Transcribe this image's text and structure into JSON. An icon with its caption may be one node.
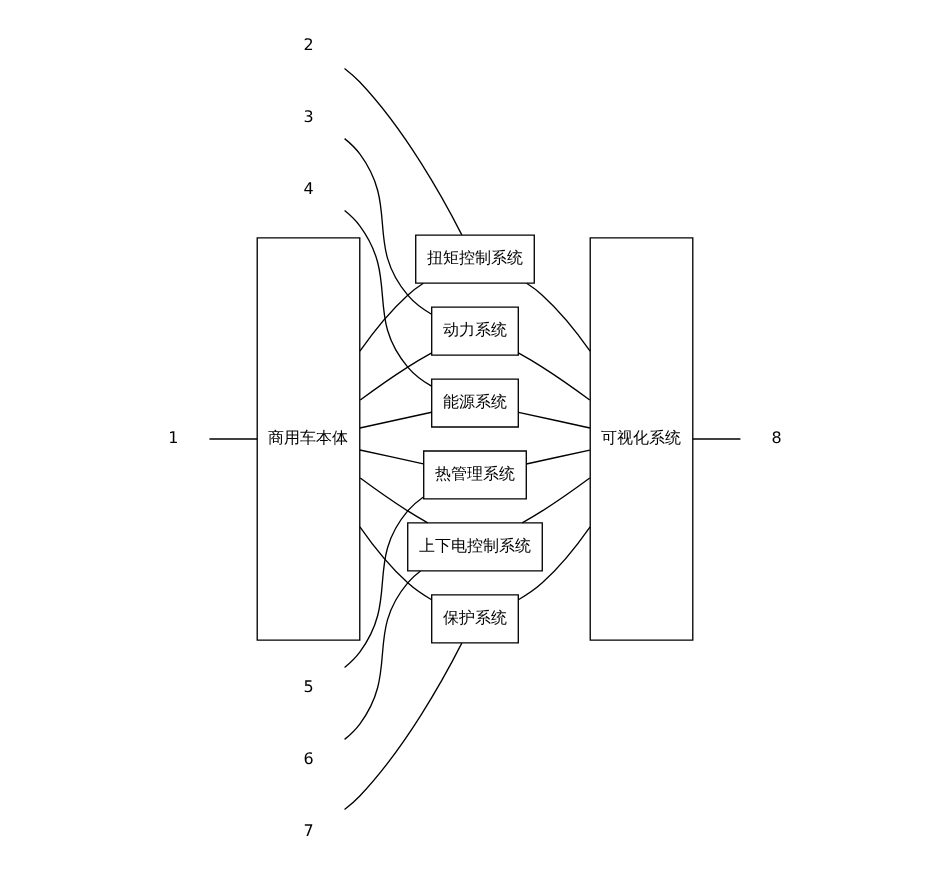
{
  "diagram": {
    "nodes": [
      {
        "text": [
          "商用车本体"
        ]
      },
      {
        "text": [
          "扭矩控制系统"
        ]
      },
      {
        "text": [
          "动力系统"
        ]
      },
      {
        "text": [
          "能源系统"
        ]
      },
      {
        "text": [
          "热管理系统"
        ]
      },
      {
        "text": [
          "上下电控制系统"
        ]
      },
      {
        "text": [
          "保护系统"
        ]
      },
      {
        "text": [
          "可视化系统"
        ]
      },
      {
        "text": [
          "2"
        ]
      },
      {
        "text": [
          "3"
        ]
      },
      {
        "text": [
          "4"
        ]
      },
      {
        "text": [
          "1"
        ]
      },
      {
        "text": [
          "8"
        ]
      },
      {
        "text": [
          "5"
        ]
      },
      {
        "text": [
          "6"
        ]
      },
      {
        "text": [
          "7"
        ]
      }
    ],
    "edges": [
      {
        "from": 0,
        "to": 1,
        "arrow": "none"
      },
      {
        "from": 0,
        "to": 2,
        "arrow": "none"
      },
      {
        "from": 0,
        "to": 3,
        "arrow": "none"
      },
      {
        "from": 0,
        "to": 4,
        "arrow": "none"
      },
      {
        "from": 0,
        "to": 5,
        "arrow": "none"
      },
      {
        "from": 0,
        "to": 6,
        "arrow": "none"
      },
      {
        "from": 1,
        "to": 7,
        "arrow": "none"
      },
      {
        "from": 2,
        "to": 7,
        "arrow": "none"
      },
      {
        "from": 3,
        "to": 7,
        "arrow": "none"
      },
      {
        "from": 4,
        "to": 7,
        "arrow": "none"
      },
      {
        "from": 5,
        "to": 7,
        "arrow": "none"
      },
      {
        "from": 6,
        "to": 7,
        "arrow": "none"
      },
      {
        "from": 8,
        "to": 1,
        "arrow": "none"
      },
      {
        "from": 9,
        "to": 2,
        "arrow": "none"
      },
      {
        "from": 10,
        "to": 3,
        "arrow": "none"
      },
      {
        "from": 11,
        "to": 0,
        "arrow": "none"
      },
      {
        "from": 7,
        "to": 12,
        "arrow": "none"
      },
      {
        "from": 13,
        "to": 4,
        "arrow": "none"
      },
      {
        "from": 14,
        "to": 5,
        "arrow": "none"
      },
      {
        "from": 15,
        "to": 6,
        "arrow": "none"
      }
    ]
  }
}
